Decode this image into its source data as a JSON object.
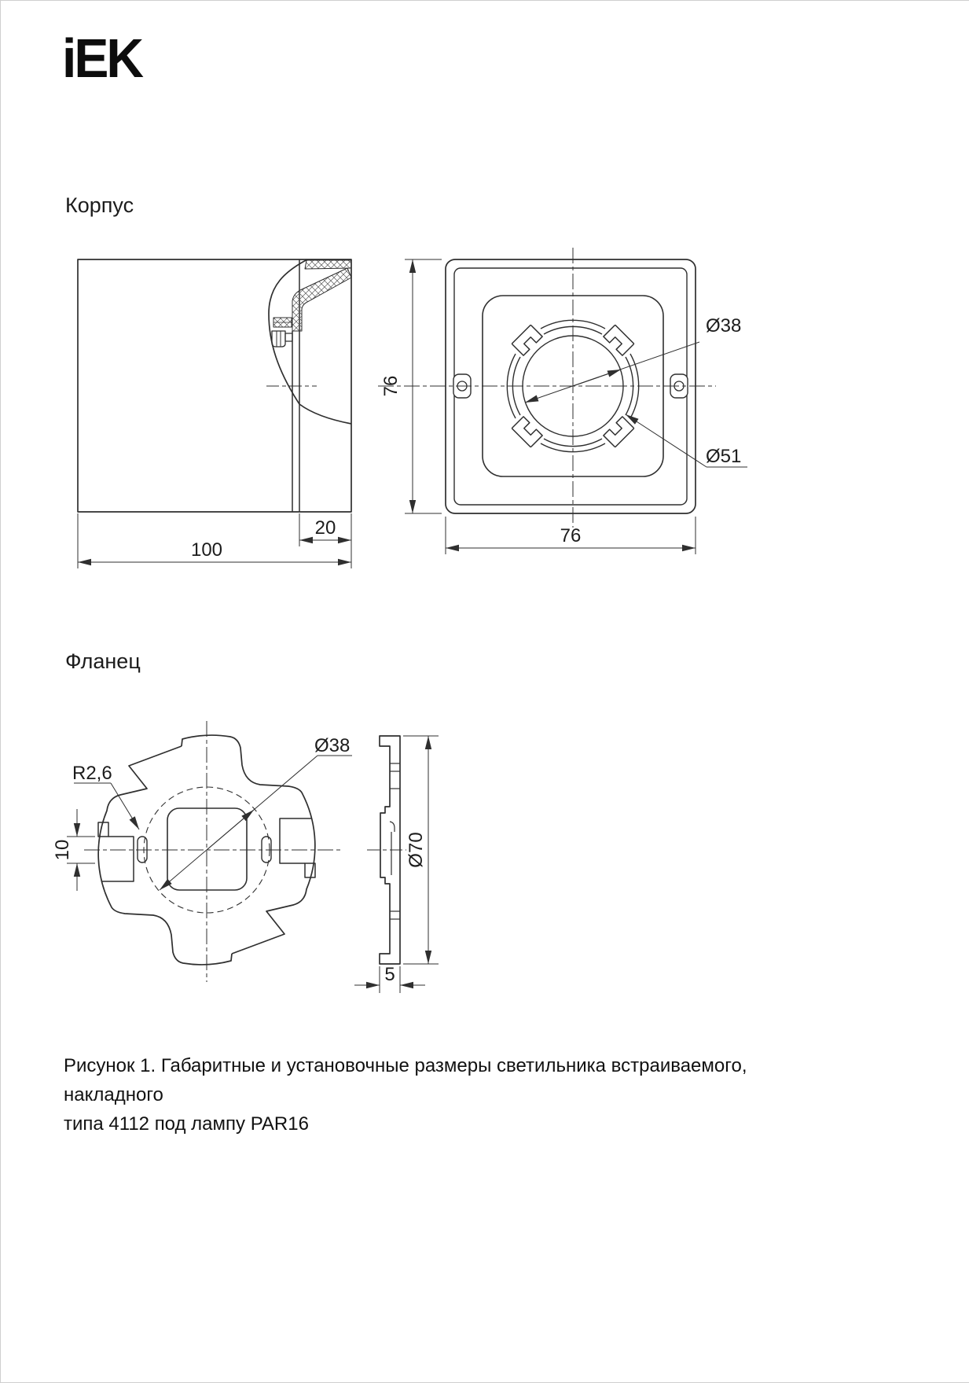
{
  "logo": {
    "brand": "iEK"
  },
  "sections": {
    "housing_title": "Корпус",
    "flange_title": "Фланец"
  },
  "caption": {
    "line1": "Рисунок 1. Габаритные и установочные размеры светильника встраиваемого, накладного",
    "line2": "типа 4112 под лампу PAR16"
  },
  "dims": {
    "housing_depth_total": "100",
    "housing_flange_depth": "20",
    "housing_height": "76",
    "housing_width": "76",
    "housing_hole_dia": "Ø38",
    "housing_ring_dia": "Ø51",
    "flange_slot_radius": "R2,6",
    "flange_circle_dia": "Ø38",
    "flange_tab_width": "10",
    "flange_dia": "Ø70",
    "flange_thickness": "5"
  },
  "colors": {
    "ink": "#2f2f2f",
    "paper": "#ffffff"
  }
}
